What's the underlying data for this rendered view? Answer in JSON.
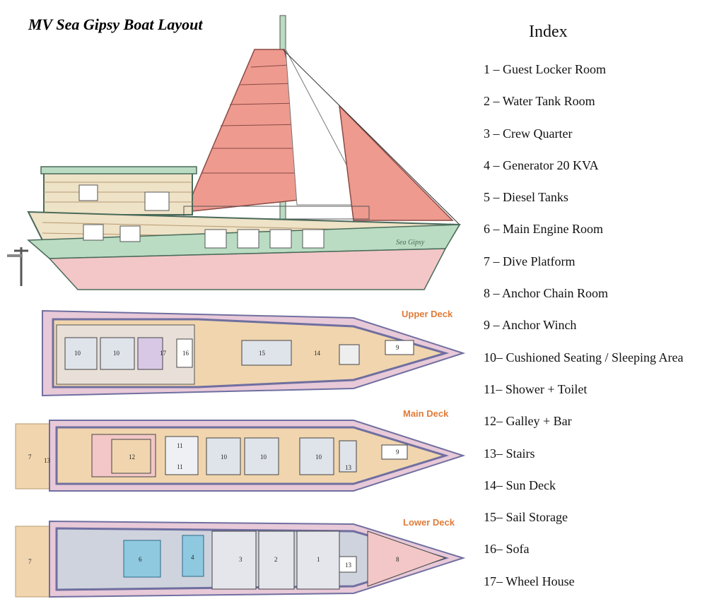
{
  "title": "MV Sea Gipsy Boat Layout",
  "hull_name": "Sea Gipsy",
  "index": {
    "heading": "Index",
    "items": [
      {
        "num": "1 –",
        "label": "Guest Locker Room"
      },
      {
        "num": "2 –",
        "label": "Water Tank Room"
      },
      {
        "num": "3 –",
        "label": "Crew Quarter"
      },
      {
        "num": "4 –",
        "label": "Generator 20 KVA"
      },
      {
        "num": "5 –",
        "label": "Diesel Tanks"
      },
      {
        "num": "6 –",
        "label": "Main Engine Room"
      },
      {
        "num": "7 –",
        "label": "Dive Platform"
      },
      {
        "num": "8 –",
        "label": "Anchor Chain Room"
      },
      {
        "num": "9 –",
        "label": "Anchor Winch"
      },
      {
        "num": "10–",
        "label": "Cushioned Seating / Sleeping Area"
      },
      {
        "num": "11–",
        "label": "Shower + Toilet"
      },
      {
        "num": "12–",
        "label": "Galley + Bar"
      },
      {
        "num": "13–",
        "label": "Stairs"
      },
      {
        "num": "14–",
        "label": "Sun Deck"
      },
      {
        "num": "15–",
        "label": "Sail Storage"
      },
      {
        "num": "16–",
        "label": "Sofa"
      },
      {
        "num": "17–",
        "label": "Wheel House"
      }
    ]
  },
  "decks": {
    "upper": "Upper Deck",
    "main": "Main Deck",
    "lower": "Lower Deck"
  },
  "room_numbers": {
    "upper": [
      "10",
      "10",
      "17",
      "16",
      "15",
      "14",
      "9"
    ],
    "main": [
      "7",
      "13",
      "12",
      "11",
      "11",
      "10",
      "10",
      "10",
      "13",
      "9"
    ],
    "lower": [
      "7",
      "6",
      "4",
      "3",
      "2",
      "1",
      "13",
      "8"
    ]
  },
  "colors": {
    "sail": "#ee9a8f",
    "hull_green": "#b9dcc2",
    "deck_fill": "#f0d5ae",
    "deck_outline": "#6f6fa0",
    "lower_fill": "#cfd3dd",
    "label_orange": "#e07b39"
  }
}
